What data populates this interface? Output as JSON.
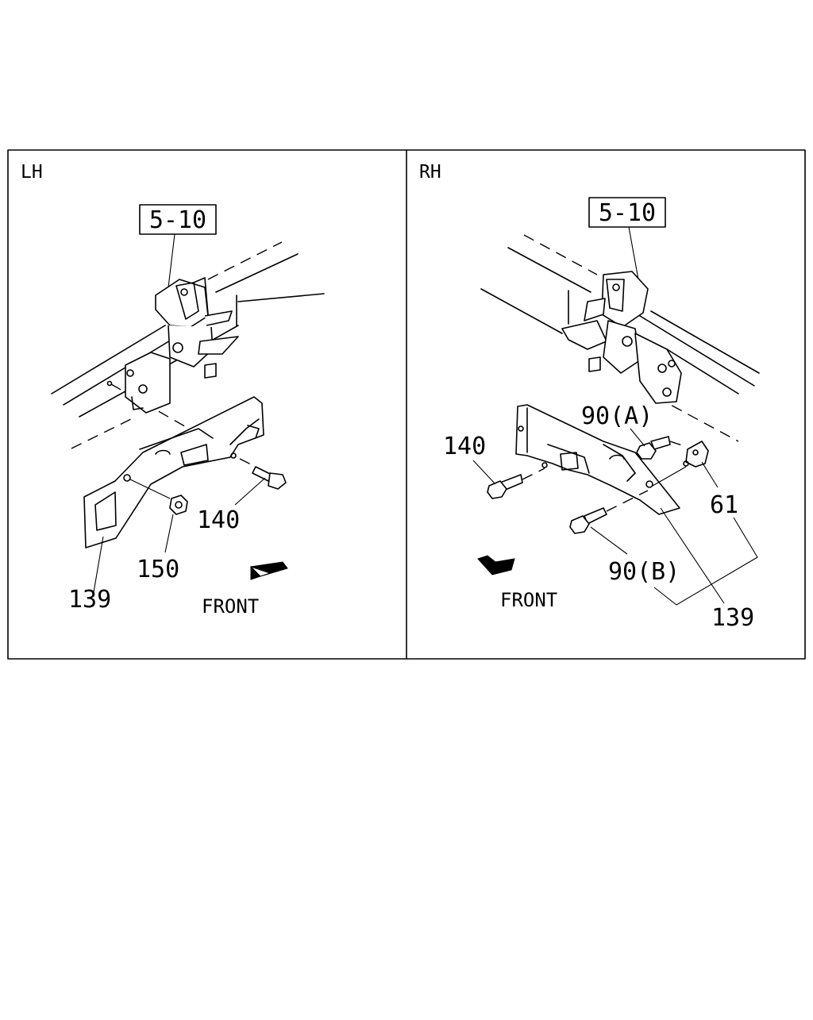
{
  "panels": [
    {
      "id": "lh",
      "side_label": "LH",
      "ref_box": "5-10",
      "callouts": {
        "c139": "139",
        "c150": "150",
        "c140": "140"
      },
      "front_label": "FRONT"
    },
    {
      "id": "rh",
      "side_label": "RH",
      "ref_box": "5-10",
      "callouts": {
        "c140": "140",
        "c90a": "90(A)",
        "c61": "61",
        "c90b": "90(B)",
        "c139": "139"
      },
      "front_label": "FRONT"
    }
  ],
  "icons": {
    "front_arrow": "front-arrow-icon"
  },
  "colors": {
    "line": "#000000",
    "background": "#ffffff"
  }
}
